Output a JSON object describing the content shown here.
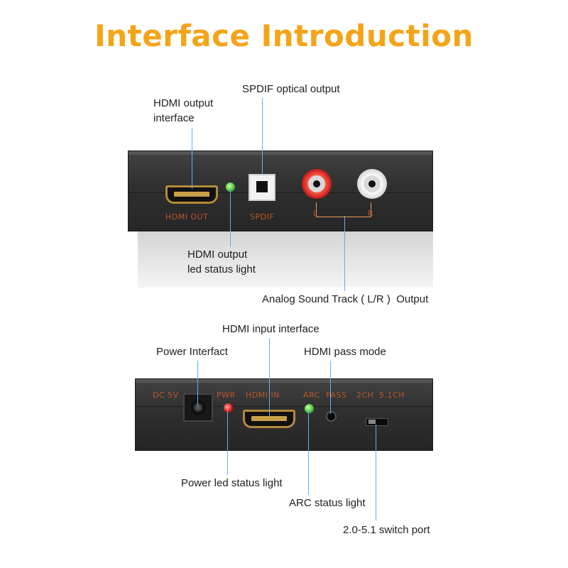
{
  "title": {
    "text": "Interface Introduction",
    "color": "#f5a418"
  },
  "top_panel": {
    "labels": {
      "hdmi_output_line1": "HDMI output",
      "hdmi_output_line2": "interface",
      "spdif": "SPDIF optical output",
      "hdmi_led_line1": "HDMI output",
      "hdmi_led_line2": "led status light",
      "analog": "Analog Sound Track ( L/R )  Output"
    },
    "silk": {
      "hdmi_out": "HDMI OUT",
      "spdif": "SPDIF",
      "l": "L",
      "r": "R"
    }
  },
  "bottom_panel": {
    "labels": {
      "hdmi_input": "HDMI input interface",
      "power": "Power Interfact",
      "pass_mode": "HDMI pass mode",
      "power_led": "Power led status light",
      "arc_led": "ARC status light",
      "switch": "2.0-5.1 switch port"
    },
    "silk": {
      "dc": "DC 5V",
      "pwr": "PWR",
      "hdmi_in": "HDMI IN",
      "arc": "ARC",
      "pass": "PASS",
      "ch2": "2CH",
      "ch51": "5.1CH"
    }
  },
  "colors": {
    "callout_line": "#5ab0ff",
    "silkscreen": "#b8562a"
  }
}
